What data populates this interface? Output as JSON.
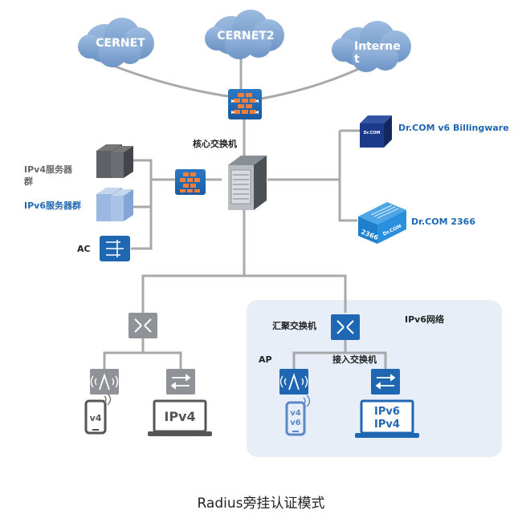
{
  "clouds": {
    "cernet": "CERNET",
    "cernet2": "CERNET2",
    "internet_line1": "Interne",
    "internet_line2": "t"
  },
  "labels": {
    "core_switch": "核心交换机",
    "ipv4_server_line1": "IPv4服务器",
    "ipv4_server_line2": "群",
    "ipv6_server": "IPv6服务器群",
    "ac": "AC",
    "billingware": "Dr.COM v6 Billingware",
    "drcom2366": "Dr.COM 2366",
    "ipv6_network": "IPv6网络",
    "agg_switch": "汇聚交换机",
    "ap": "AP",
    "access_switch": "接入交换机"
  },
  "devices": {
    "drcom_box_text": "Dr.COM",
    "drcom2366_box_num": "2366",
    "drcom2366_box_text": "Dr.COM",
    "phone_left": "v4",
    "laptop_left": "IPv4",
    "phone_right_line1": "v4",
    "phone_right_line2": "v6",
    "laptop_right_line1": "IPv6",
    "laptop_right_line2": "IPv4"
  },
  "colors": {
    "accent_blue": "#1f67b2",
    "cloud_blue": "#7fa4cf",
    "panel_bg": "#e7eef8",
    "line_grey": "#a9a9a9",
    "firewall_orange": "#f07f3c"
  },
  "caption": "Radius旁挂认证模式"
}
